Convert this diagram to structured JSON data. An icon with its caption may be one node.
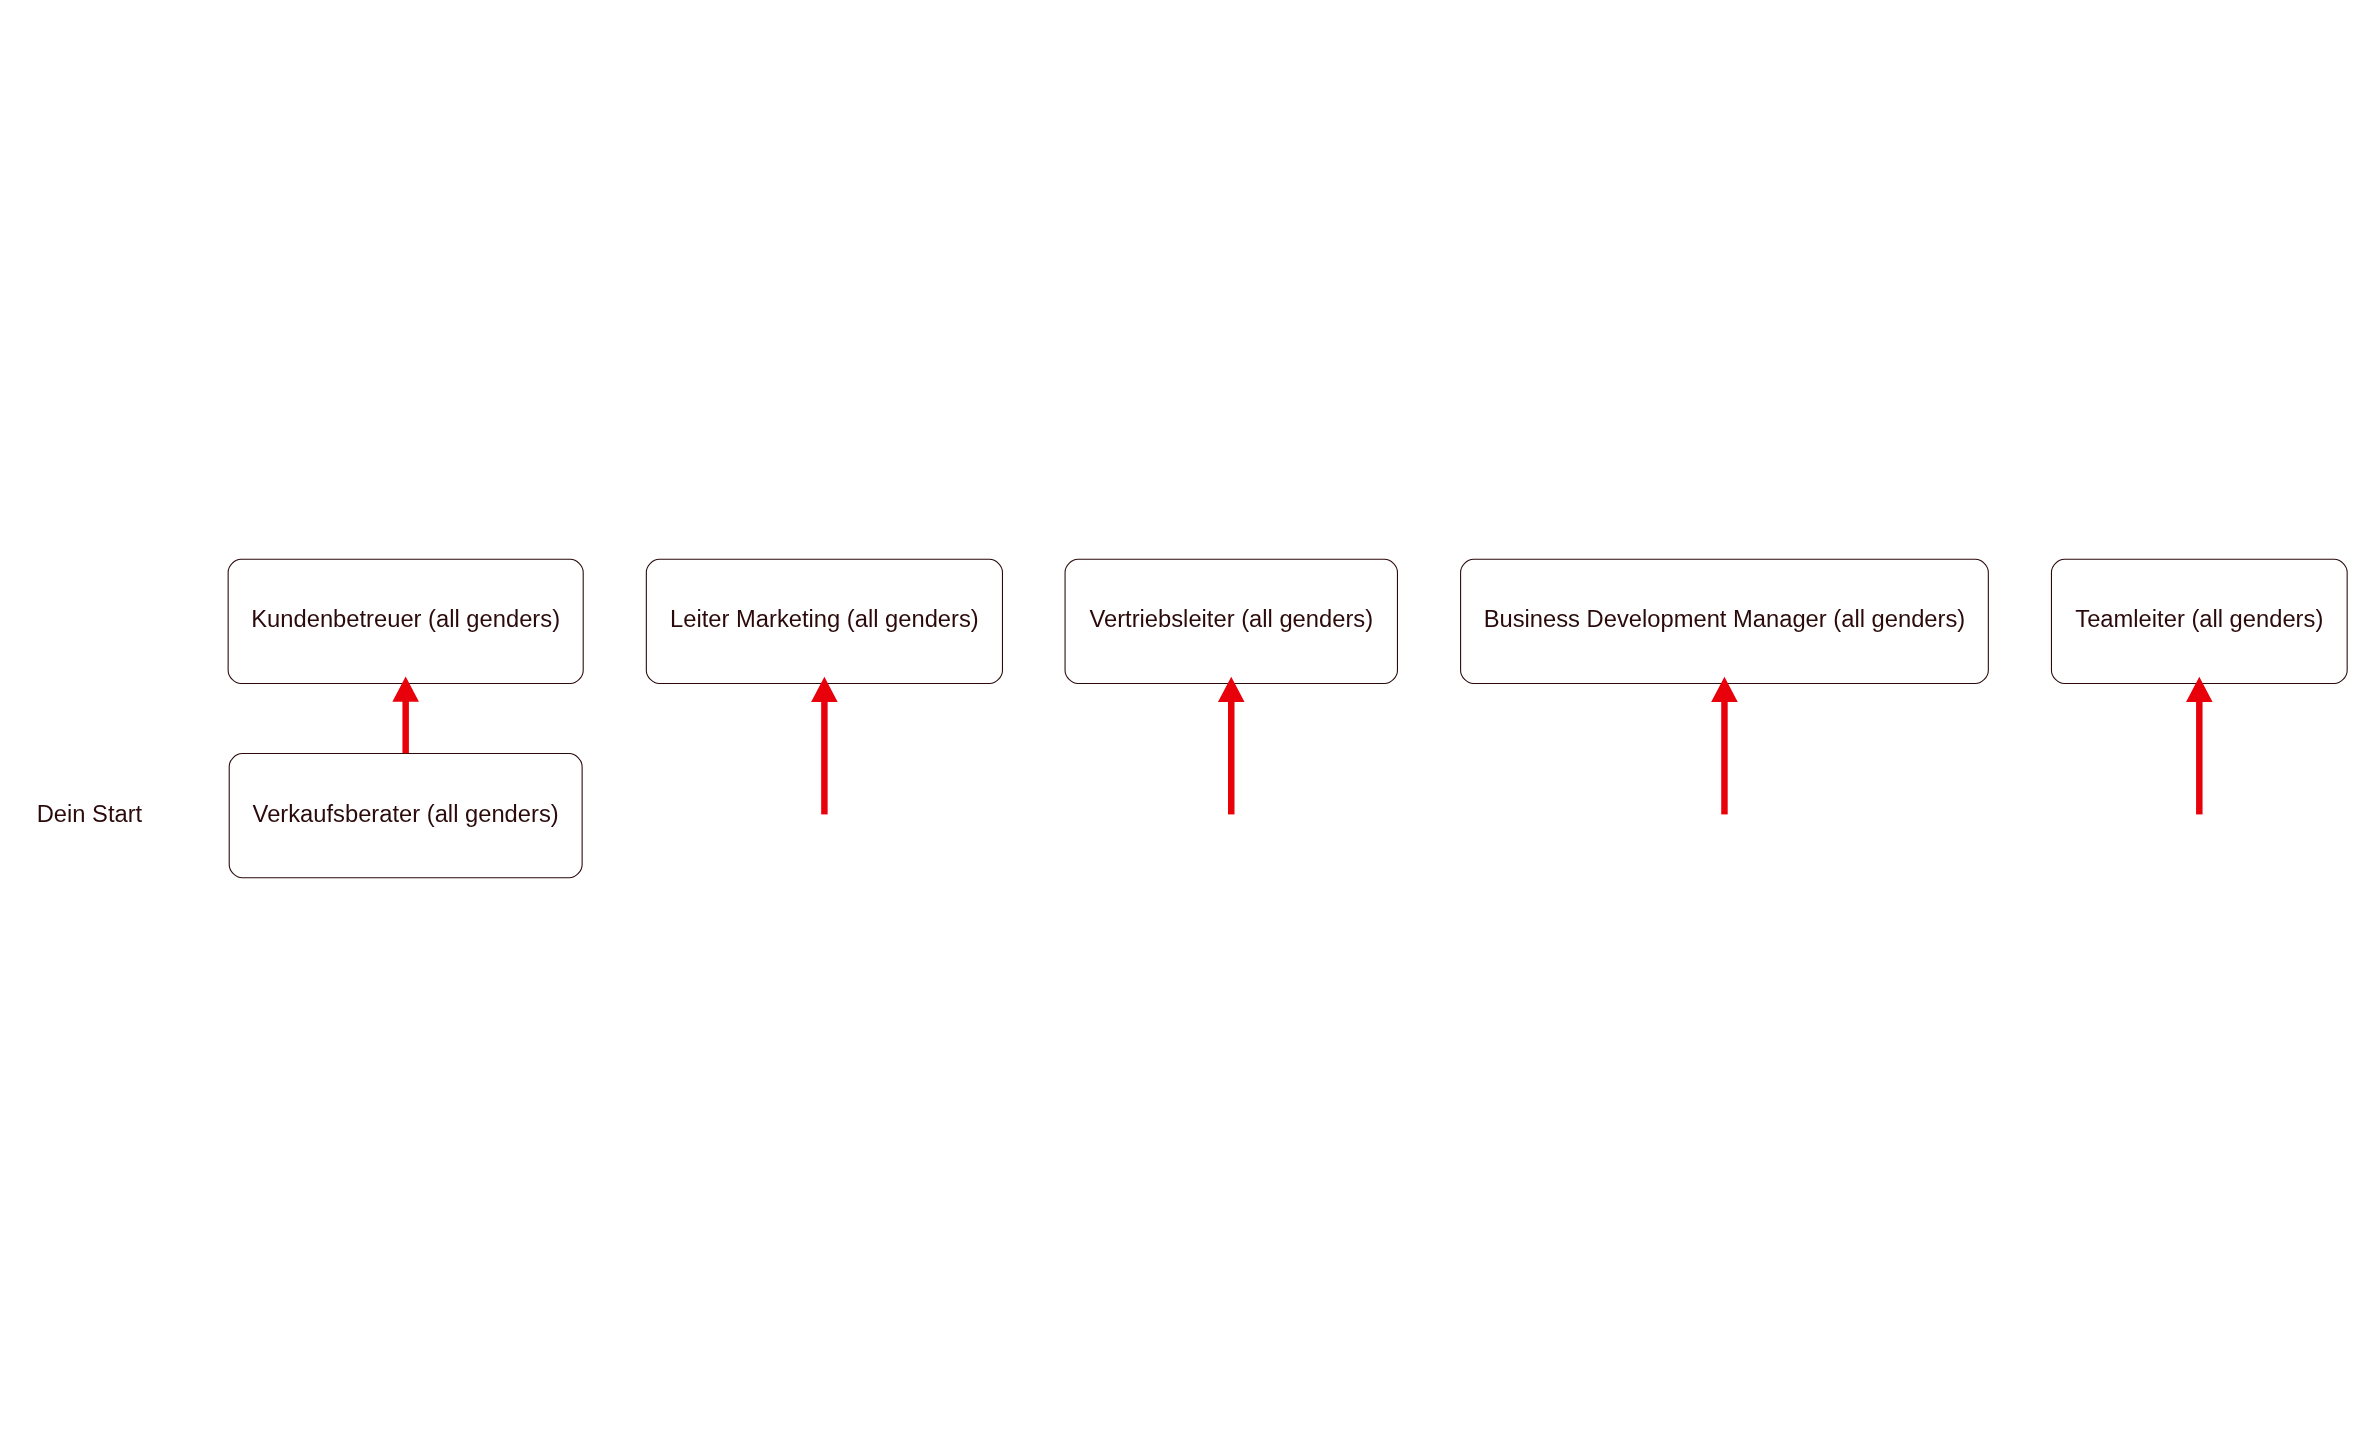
{
  "diagram": {
    "nodes": [
      {
        "text": [
          "Leiter Marketing (all genders)"
        ]
      },
      {
        "text": [
          "Vertriebsleiter (all genders)"
        ]
      },
      {
        "text": [
          "Business Development Manager (all genders)"
        ]
      },
      {
        "text": [
          "Kundenbetreuer (all genders)"
        ]
      },
      {
        "text": [
          "Teamleiter (all genders)"
        ]
      },
      {
        "text": [
          "Verkaufsberater (all genders)"
        ]
      }
    ],
    "edges": [
      {
        "from": null,
        "to": 0,
        "arrow": "to"
      },
      {
        "from": null,
        "to": 1,
        "arrow": "to"
      },
      {
        "from": null,
        "to": 2,
        "arrow": "to"
      },
      {
        "from": 5,
        "to": 3,
        "arrow": "to"
      },
      {
        "from": null,
        "to": 4,
        "arrow": "to"
      }
    ],
    "labels": [
      "Dein Start"
    ]
  }
}
